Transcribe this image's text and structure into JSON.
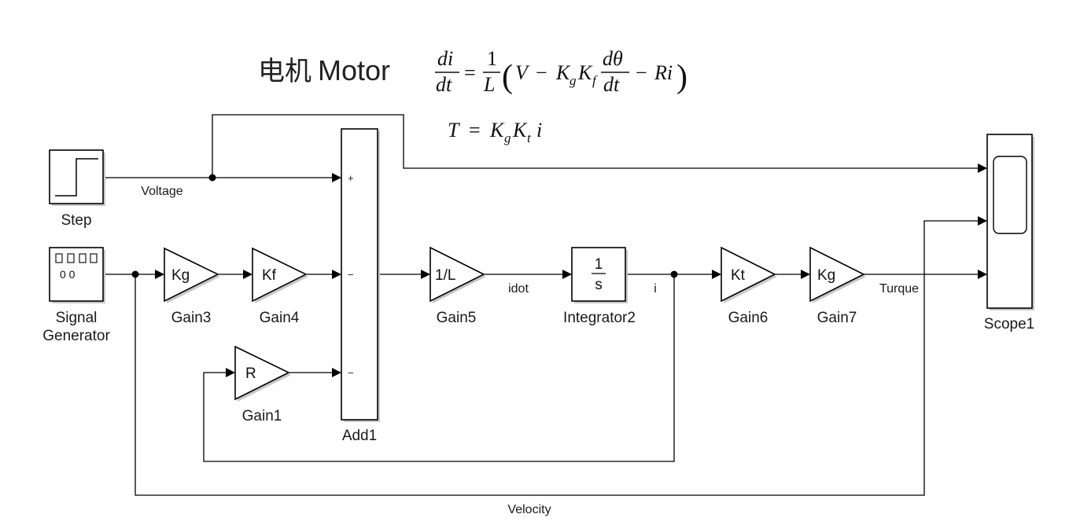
{
  "title": {
    "chinese": "电机",
    "english": "Motor"
  },
  "equations": {
    "eq1": {
      "lhs_num": "di",
      "lhs_den": "dt",
      "equals": "=",
      "coef_num": "1",
      "coef_den": "L",
      "open_paren": "(",
      "v": "V",
      "minus1": "−",
      "kg": "K",
      "kg_sub": "g",
      "kf": "K",
      "kf_sub": "f",
      "dtheta_num": "dθ",
      "dtheta_den": "dt",
      "minus2": "−",
      "ri": "Ri",
      "close_paren": ")"
    },
    "eq2": {
      "t": "T",
      "equals": "=",
      "kg": "K",
      "kg_sub": "g",
      "kt": "K",
      "kt_sub": "t",
      "i": "i"
    }
  },
  "blocks": {
    "step": {
      "label": "Step",
      "icon": "step-function-icon"
    },
    "signal_generator": {
      "label_line1": "Signal",
      "label_line2": "Generator",
      "icon": "signal-generator-icon",
      "glyph_row": "□□□□",
      "glyph_row2": "0 0"
    },
    "gain3": {
      "label": "Gain3",
      "value": "Kg"
    },
    "gain4": {
      "label": "Gain4",
      "value": "Kf"
    },
    "gain1": {
      "label": "Gain1",
      "value": "R"
    },
    "add1": {
      "label": "Add1",
      "signs": [
        "+",
        "−",
        "−"
      ]
    },
    "gain5": {
      "label": "Gain5",
      "value": "1/L"
    },
    "integrator2": {
      "label": "Integrator2",
      "num": "1",
      "den": "s"
    },
    "gain6": {
      "label": "Gain6",
      "value": "Kt"
    },
    "gain7": {
      "label": "Gain7",
      "value": "Kg"
    },
    "scope1": {
      "label": "Scope1",
      "icon": "scope-screen-icon"
    }
  },
  "signals": {
    "voltage": "Voltage",
    "idot": "idot",
    "i": "i",
    "turque": "Turque",
    "velocity": "Velocity"
  }
}
